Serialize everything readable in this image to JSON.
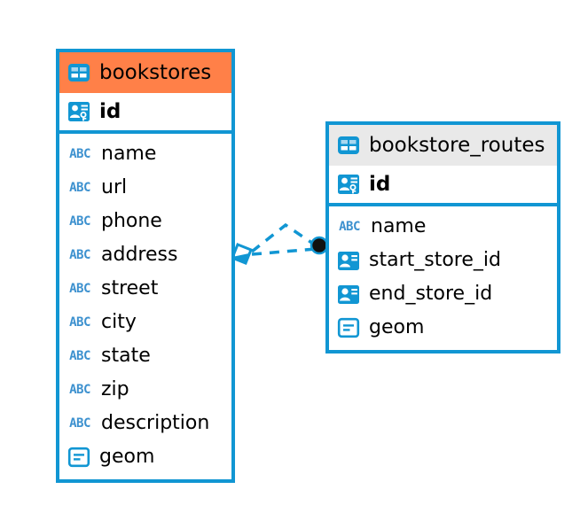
{
  "diagram": {
    "type": "entity-relationship-diagram",
    "background_color": "#ffffff",
    "accent_color": "#1196d3",
    "highlight_color": "#ff8048"
  },
  "entities": [
    {
      "name": "bookstores",
      "header_style": "accent-orange",
      "primary_key": {
        "label": "id",
        "icon": "primary-key-icon"
      },
      "fields": [
        {
          "label": "name",
          "icon": "abc-text-icon",
          "glyph": "ABC"
        },
        {
          "label": "url",
          "icon": "abc-text-icon",
          "glyph": "ABC"
        },
        {
          "label": "phone",
          "icon": "abc-text-icon",
          "glyph": "ABC"
        },
        {
          "label": "address",
          "icon": "abc-text-icon",
          "glyph": "ABC"
        },
        {
          "label": "street",
          "icon": "abc-text-icon",
          "glyph": "ABC"
        },
        {
          "label": "city",
          "icon": "abc-text-icon",
          "glyph": "ABC"
        },
        {
          "label": "state",
          "icon": "abc-text-icon",
          "glyph": "ABC"
        },
        {
          "label": "zip",
          "icon": "abc-text-icon",
          "glyph": "ABC"
        },
        {
          "label": "description",
          "icon": "abc-text-icon",
          "glyph": "ABC"
        },
        {
          "label": "geom",
          "icon": "geometry-icon",
          "glyph": ""
        }
      ]
    },
    {
      "name": "bookstore_routes",
      "header_style": "accent-grey",
      "primary_key": {
        "label": "id",
        "icon": "primary-key-icon"
      },
      "fields": [
        {
          "label": "name",
          "icon": "abc-text-icon",
          "glyph": "ABC"
        },
        {
          "label": "start_store_id",
          "icon": "foreign-key-icon",
          "glyph": ""
        },
        {
          "label": "end_store_id",
          "icon": "foreign-key-icon",
          "glyph": ""
        },
        {
          "label": "geom",
          "icon": "geometry-icon",
          "glyph": ""
        }
      ]
    }
  ],
  "relationship": {
    "from_entity": "bookstore_routes",
    "to_entity": "bookstores",
    "from_marker": "filled-circle",
    "to_marker": "diamond",
    "line_style": "dashed",
    "line_color": "#1196d3"
  }
}
